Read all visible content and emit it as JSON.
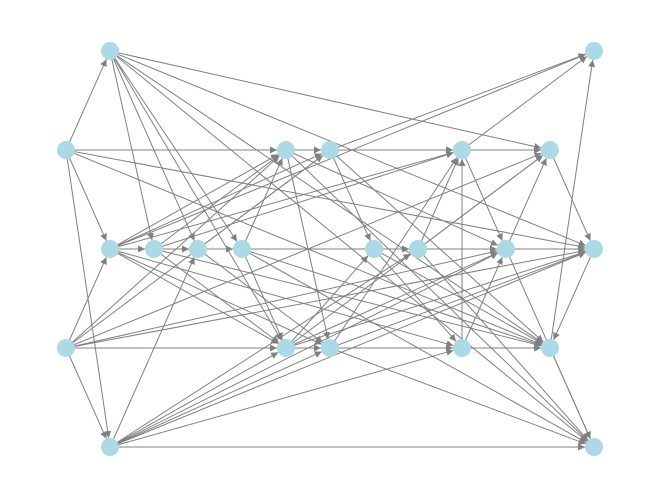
{
  "diagram": {
    "type": "directed-graph",
    "colors": {
      "node": "#add8e6",
      "edge": "#808080",
      "background": "#ffffff"
    },
    "nodes": [
      {
        "id": "a",
        "col": 1,
        "row": 0
      },
      {
        "id": "b",
        "col": 0,
        "row": 1
      },
      {
        "id": "c",
        "col": 1,
        "row": 2
      },
      {
        "id": "d",
        "col": 0,
        "row": 3
      },
      {
        "id": "e",
        "col": 1,
        "row": 4
      },
      {
        "id": "f",
        "col": 2,
        "row": 2
      },
      {
        "id": "g",
        "col": 3,
        "row": 2
      },
      {
        "id": "h",
        "col": 4,
        "row": 2
      },
      {
        "id": "i",
        "col": 5,
        "row": 1
      },
      {
        "id": "j",
        "col": 6,
        "row": 1
      },
      {
        "id": "k",
        "col": 5,
        "row": 3
      },
      {
        "id": "l",
        "col": 6,
        "row": 3
      },
      {
        "id": "m",
        "col": 7,
        "row": 2
      },
      {
        "id": "n",
        "col": 8,
        "row": 2
      },
      {
        "id": "o",
        "col": 9,
        "row": 1
      },
      {
        "id": "p",
        "col": 9,
        "row": 3
      },
      {
        "id": "q",
        "col": 10,
        "row": 2
      },
      {
        "id": "r",
        "col": 11,
        "row": 1
      },
      {
        "id": "s",
        "col": 11,
        "row": 3
      },
      {
        "id": "t",
        "col": 12,
        "row": 0
      },
      {
        "id": "u",
        "col": 12,
        "row": 2
      },
      {
        "id": "v",
        "col": 12,
        "row": 4
      }
    ],
    "edges": [
      [
        "b",
        "a"
      ],
      [
        "b",
        "c"
      ],
      [
        "b",
        "e"
      ],
      [
        "b",
        "i"
      ],
      [
        "b",
        "o"
      ],
      [
        "b",
        "r"
      ],
      [
        "b",
        "u"
      ],
      [
        "b",
        "s"
      ],
      [
        "a",
        "f"
      ],
      [
        "a",
        "g"
      ],
      [
        "a",
        "h"
      ],
      [
        "a",
        "k"
      ],
      [
        "a",
        "r"
      ],
      [
        "a",
        "u"
      ],
      [
        "a",
        "s"
      ],
      [
        "a",
        "v"
      ],
      [
        "c",
        "f"
      ],
      [
        "c",
        "i"
      ],
      [
        "c",
        "j"
      ],
      [
        "c",
        "o"
      ],
      [
        "c",
        "u"
      ],
      [
        "c",
        "k"
      ],
      [
        "c",
        "p"
      ],
      [
        "c",
        "l"
      ],
      [
        "c",
        "t"
      ],
      [
        "d",
        "c"
      ],
      [
        "d",
        "e"
      ],
      [
        "d",
        "i"
      ],
      [
        "d",
        "j"
      ],
      [
        "d",
        "k"
      ],
      [
        "d",
        "q"
      ],
      [
        "d",
        "u"
      ],
      [
        "d",
        "r"
      ],
      [
        "d",
        "s"
      ],
      [
        "e",
        "g"
      ],
      [
        "e",
        "k"
      ],
      [
        "e",
        "l"
      ],
      [
        "e",
        "p"
      ],
      [
        "e",
        "q"
      ],
      [
        "e",
        "u"
      ],
      [
        "e",
        "v"
      ],
      [
        "e",
        "n"
      ],
      [
        "f",
        "g"
      ],
      [
        "f",
        "i"
      ],
      [
        "f",
        "k"
      ],
      [
        "f",
        "o"
      ],
      [
        "f",
        "s"
      ],
      [
        "g",
        "h"
      ],
      [
        "g",
        "j"
      ],
      [
        "g",
        "l"
      ],
      [
        "g",
        "u"
      ],
      [
        "h",
        "i"
      ],
      [
        "h",
        "n"
      ],
      [
        "h",
        "k"
      ],
      [
        "h",
        "s"
      ],
      [
        "h",
        "v"
      ],
      [
        "i",
        "j"
      ],
      [
        "i",
        "l"
      ],
      [
        "i",
        "q"
      ],
      [
        "i",
        "v"
      ],
      [
        "j",
        "o"
      ],
      [
        "j",
        "t"
      ],
      [
        "j",
        "m"
      ],
      [
        "j",
        "s"
      ],
      [
        "k",
        "l"
      ],
      [
        "k",
        "r"
      ],
      [
        "k",
        "m"
      ],
      [
        "k",
        "q"
      ],
      [
        "k",
        "u"
      ],
      [
        "l",
        "p"
      ],
      [
        "l",
        "u"
      ],
      [
        "l",
        "o"
      ],
      [
        "l",
        "v"
      ],
      [
        "m",
        "n"
      ],
      [
        "m",
        "p"
      ],
      [
        "m",
        "s"
      ],
      [
        "n",
        "q"
      ],
      [
        "n",
        "o"
      ],
      [
        "n",
        "r"
      ],
      [
        "n",
        "v"
      ],
      [
        "o",
        "r"
      ],
      [
        "o",
        "t"
      ],
      [
        "o",
        "q"
      ],
      [
        "p",
        "q"
      ],
      [
        "p",
        "s"
      ],
      [
        "p",
        "o"
      ],
      [
        "q",
        "u"
      ],
      [
        "q",
        "r"
      ],
      [
        "q",
        "v"
      ],
      [
        "r",
        "u"
      ],
      [
        "s",
        "v"
      ],
      [
        "s",
        "t"
      ],
      [
        "u",
        "s"
      ]
    ]
  }
}
